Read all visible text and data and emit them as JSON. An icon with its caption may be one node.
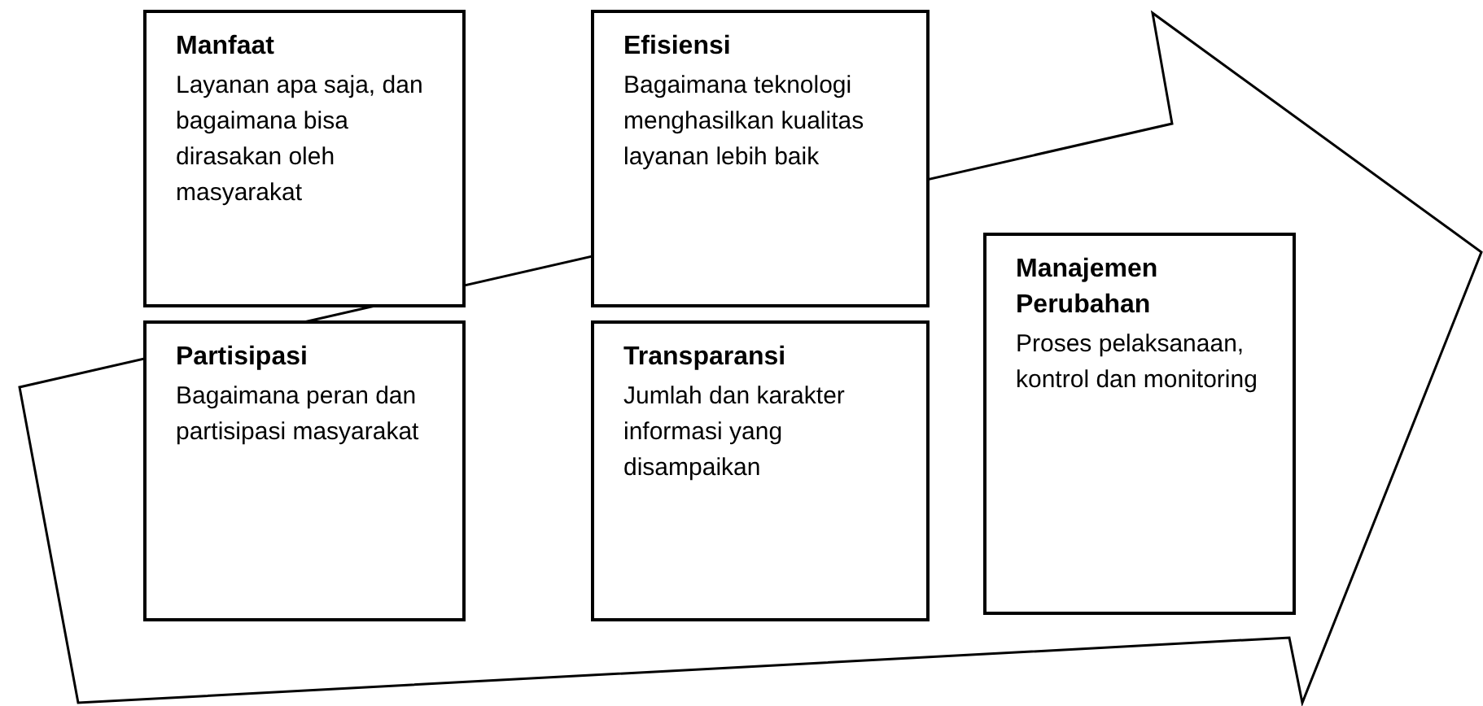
{
  "diagram": {
    "nodes": [
      {
        "text": [
          "Manfaat",
          "Layanan apa saja, dan bagaimana bisa dirasakan oleh masyarakat"
        ]
      },
      {
        "text": [
          "Efisiensi",
          "Bagaimana teknologi menghasilkan kualitas layanan lebih baik"
        ]
      },
      {
        "text": [
          "Partisipasi",
          "Bagaimana peran dan partisipasi masyarakat"
        ]
      },
      {
        "text": [
          "Transparansi",
          "Jumlah dan karakter informasi yang disampaikan"
        ]
      },
      {
        "text": [
          "Manajemen Perubahan",
          "Proses pelaksanaan, kontrol dan monitoring"
        ]
      }
    ]
  }
}
